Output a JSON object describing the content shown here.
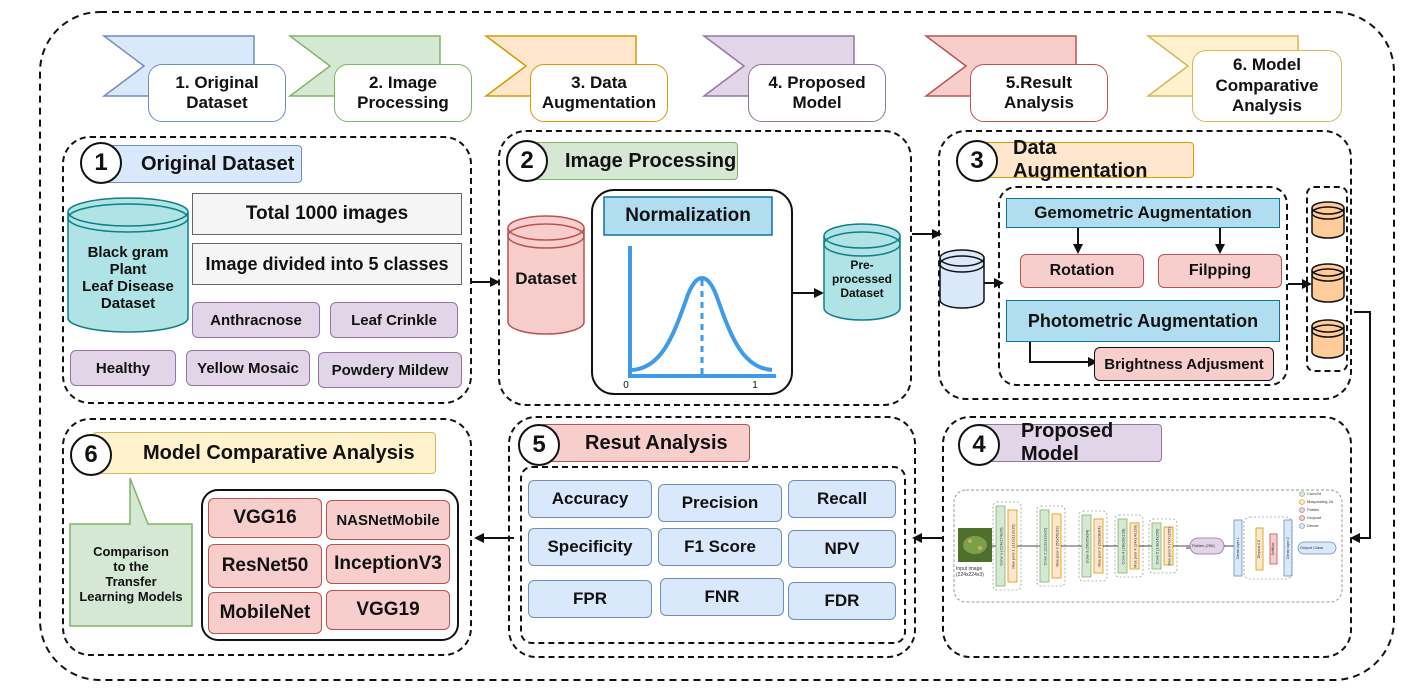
{
  "steps": [
    {
      "label": "1. Original Dataset",
      "line1": "1. Original",
      "line2": "Dataset",
      "fill": "#dae8fc",
      "stroke": "#6c8ebf"
    },
    {
      "label": "2. Image Processing",
      "line1": "2. Image",
      "line2": "Processing",
      "fill": "#d5e8d4",
      "stroke": "#82b366"
    },
    {
      "label": "3. Data Augmentation",
      "line1": "3. Data",
      "line2": "Augmentation",
      "fill": "#ffe6cc",
      "stroke": "#d79b00"
    },
    {
      "label": "4. Proposed Model",
      "line1": "4. Proposed",
      "line2": "Model",
      "fill": "#e1d5e7",
      "stroke": "#9673a6"
    },
    {
      "label": "5.Result Analysis",
      "line1": "5.Result",
      "line2": "Analysis",
      "fill": "#f8cecc",
      "stroke": "#b85450"
    },
    {
      "label": "6. Model Comparative Analysis",
      "line1": "6. Model",
      "line2": "Comparative",
      "line3": "Analysis",
      "fill": "#fff2cc",
      "stroke": "#d6b656"
    }
  ],
  "panel1": {
    "number": "1",
    "title": "Original Dataset",
    "dataset_lines": [
      "Black gram",
      "Plant",
      "Leaf Disease",
      "Dataset"
    ],
    "total": "Total 1000 images",
    "divided": "Image divided into 5 classes",
    "classes": [
      "Anthracnose",
      "Leaf Crinkle",
      "Healthy",
      "Yellow Mosaic",
      "Powdery Mildew"
    ]
  },
  "panel2": {
    "number": "2",
    "title": "Image Processing",
    "dataset": "Dataset",
    "normalization": "Normalization",
    "axis_min": "0",
    "axis_max": "1",
    "output_lines": [
      "Pre-",
      "processed",
      "Dataset"
    ]
  },
  "panel3": {
    "number": "3",
    "title": "Data Augmentation",
    "geometric": "Gemometric Augmentation",
    "rotation": "Rotation",
    "flipping": "Filpping",
    "photometric": "Photometric Augmentation",
    "brightness": "Brightness Adjusment"
  },
  "panel4": {
    "number": "4",
    "title": "Proposed Model",
    "input_label": [
      "Input image",
      "(224x224x3)"
    ],
    "blocks": [
      "Conv 1 (224x224x16)",
      "Max pool 1 (112x112x16)",
      "Conv 2 (112x112x32)",
      "Max pool 2 (56x56x32)",
      "Conv 3 (56x56x64)",
      "Max pool 3 (28x28x64)",
      "Conv 4 (28x28x128)",
      "Max pool 4 (14x14x128)",
      "Conv 5 (14x14x256)",
      "Max pool 5 (7x7x256)"
    ],
    "flatten": "Flatten (256)",
    "dense1": "Dense layer 1",
    "dropout": "Dropout 0.5",
    "softmax": "SoftMax",
    "dense2": "Dense layer 2",
    "output": "Output Class",
    "legend": [
      "Conv2d",
      "Maxpooling 2d",
      "Flatten",
      "Dropout",
      "Dense"
    ]
  },
  "panel5": {
    "number": "5",
    "title": "Resut Analysis",
    "metrics": [
      "Accuracy",
      "Precision",
      "Recall",
      "Specificity",
      "F1 Score",
      "NPV",
      "FPR",
      "FNR",
      "FDR"
    ]
  },
  "panel6": {
    "number": "6",
    "title": "Model Comparative Analysis",
    "callout": [
      "Comparison",
      "to the",
      "Transfer",
      "Learning Models"
    ],
    "models": [
      "VGG16",
      "NASNetMobile",
      "ResNet50",
      "InceptionV3",
      "MobileNet",
      "VGG19"
    ]
  },
  "colors": {
    "blue_fill": "#dae8fc",
    "blue_stroke": "#6c8ebf",
    "green_fill": "#d5e8d4",
    "green_stroke": "#82b366",
    "orange_fill": "#ffe6cc",
    "orange_stroke": "#d79b00",
    "purple_fill": "#e1d5e7",
    "purple_stroke": "#9673a6",
    "red_fill": "#f8cecc",
    "red_stroke": "#b85450",
    "yellow_fill": "#fff2cc",
    "yellow_stroke": "#d6b656",
    "teal_fill": "#b0e3e6",
    "teal_stroke": "#0e8088",
    "gray_fill": "#f5f5f5",
    "gray_stroke": "#666666",
    "curve": "#3d9be9"
  }
}
